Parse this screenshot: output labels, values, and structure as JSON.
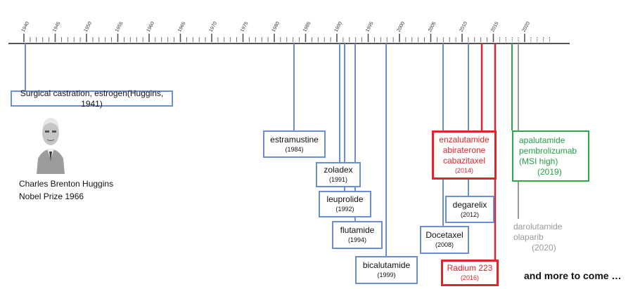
{
  "ticks": [
    "1940",
    "1945",
    "1950",
    "1955",
    "1960",
    "1965",
    "1970",
    "1975",
    "1980",
    "1985",
    "1990",
    "1995",
    "2000",
    "2005",
    "2010",
    "2015",
    "2020"
  ],
  "milestones": {
    "huggins": {
      "label": "Surgical castration, estrogen(Huggins, 1941)"
    },
    "estramustine": {
      "name": "estramustine",
      "year": "(1984)"
    },
    "zoladex": {
      "name": "zoladex",
      "year": "(1991)"
    },
    "leuprolide": {
      "name": "leuprolide",
      "year": "(1992)"
    },
    "flutamide": {
      "name": "flutamide",
      "year": "(1994)"
    },
    "bicalutamide": {
      "name": "bicalutamide",
      "year": "(1999)"
    },
    "docetaxel": {
      "name": "Docetaxel",
      "year": "(2008)"
    },
    "degarelix": {
      "name": "degarelix",
      "year": "(2012)"
    },
    "enzalutamide": {
      "lines": [
        "enzalutamide",
        "abiraterone",
        "cabazitaxel"
      ],
      "year": "(2014)"
    },
    "radium": {
      "name": "Radium 223",
      "year": "(2016)"
    },
    "apalutamide": {
      "lines": [
        "apalutamide",
        "pembrolizumab",
        "(MSI high)"
      ],
      "year": "(2019)"
    },
    "darolutamide": {
      "lines": [
        "darolutamide",
        "olaparib"
      ],
      "year": "(2020)"
    }
  },
  "portrait": {
    "caption_line1": "Charles Brenton Huggins",
    "caption_line2": "Nobel Prize 1966"
  },
  "footer": {
    "more": "and more to come …"
  },
  "colors": {
    "blue": "#6a8fd4",
    "red": "#e0242a",
    "green": "#2aa84a",
    "gray": "#9a9a9a",
    "axis": "#555555"
  }
}
